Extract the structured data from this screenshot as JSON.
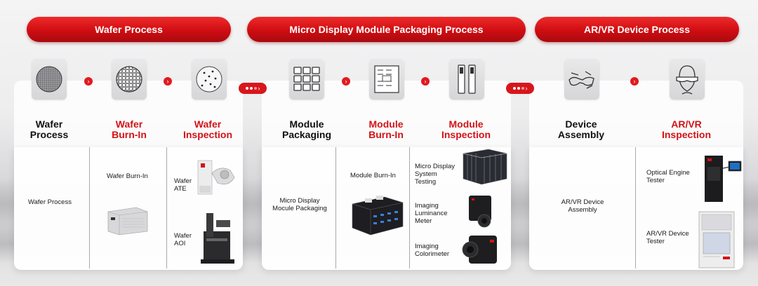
{
  "headers": {
    "wafer": "Wafer Process",
    "module": "Micro Display Module Packaging Process",
    "arvr": "AR/VR Device Process"
  },
  "steps": [
    {
      "line1": "Wafer",
      "line2": "Process",
      "color": "black",
      "icon": "wafer-grid-icon"
    },
    {
      "line1": "Wafer",
      "line2": "Burn-In",
      "color": "red",
      "icon": "wafer-burn-in-icon"
    },
    {
      "line1": "Wafer",
      "line2": "Inspection",
      "color": "red",
      "icon": "wafer-inspection-icon"
    },
    {
      "line1": "Module",
      "line2": "Packaging",
      "color": "black",
      "icon": "module-grid-icon"
    },
    {
      "line1": "Module",
      "line2": "Burn-In",
      "color": "red",
      "icon": "module-burn-in-icon"
    },
    {
      "line1": "Module",
      "line2": "Inspection",
      "color": "red",
      "icon": "module-inspection-icon"
    },
    {
      "line1": "Device",
      "line2": "Assembly",
      "color": "black",
      "icon": "glasses-icon"
    },
    {
      "line1": "AR/VR",
      "line2": "Inspection",
      "color": "red",
      "icon": "headset-icon"
    }
  ],
  "equipment": {
    "wafer_process": "Wafer Process",
    "wafer_burn_in": "Wafer Burn-In",
    "wafer_ate_1": "Wafer",
    "wafer_ate_2": "ATE",
    "wafer_aoi_1": "Wafer",
    "wafer_aoi_2": "AOI",
    "module_pkg_1": "Micro Display",
    "module_pkg_2": "Mocule Packaging",
    "module_burn_in": "Module Burn-In",
    "mds_1": "Micro Display",
    "mds_2": "System",
    "mds_3": "Testing",
    "ilm_1": "Imaging",
    "ilm_2": "Luminance",
    "ilm_3": "Meter",
    "ic_1": "Imaging",
    "ic_2": "Colorimeter",
    "dev_asm_1": "AR/VR Device",
    "dev_asm_2": "Assembly",
    "oet_1": "Optical Engine",
    "oet_2": "Tester",
    "avt_1": "AR/VR Device",
    "avt_2": "Tester"
  },
  "colors": {
    "accent_red": "#d31217",
    "connector_red": "#d7161c",
    "text_dark": "#111111"
  },
  "arrow_glyph": "›"
}
